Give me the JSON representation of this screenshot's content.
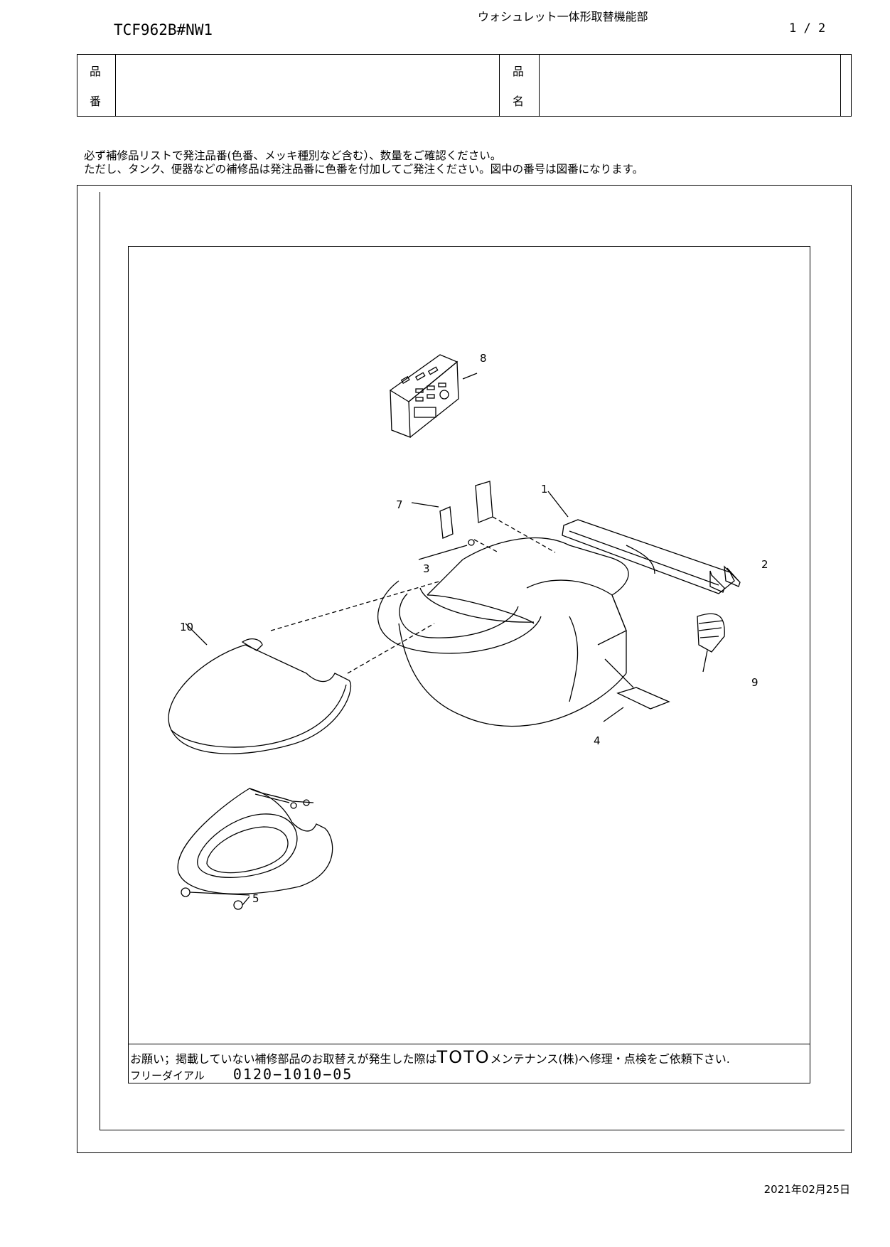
{
  "header": {
    "part_number_label_1": "品",
    "part_number_label_2": "番",
    "part_number": "TCF962B#NW1",
    "part_name_label_1": "品",
    "part_name_label_2": "名",
    "part_name": "ウォシュレット一体形取替機能部",
    "page": "1 / 2"
  },
  "notes": {
    "line1": "必ず補修品リストで発注品番(色番、メッキ種別など含む）、数量をご確認ください。",
    "line2": "ただし、タンク、便器などの補修品は発注品番に色番を付加してご発注ください。図中の番号は図番になります。"
  },
  "diagram": {
    "callouts": [
      "1",
      "2",
      "3",
      "4",
      "5",
      "7",
      "8",
      "9",
      "10"
    ]
  },
  "notice": {
    "line1_prefix": "お願い；掲載していない補修部品のお取替えが発生した際は",
    "brand": "TOTO",
    "line1_suffix": "メンテナンス(株)へ修理・点検をご依頼下さい.",
    "free_dial_label": "フリーダイアル",
    "phone": "0120−1010−05"
  },
  "date": "2021年02月25日"
}
